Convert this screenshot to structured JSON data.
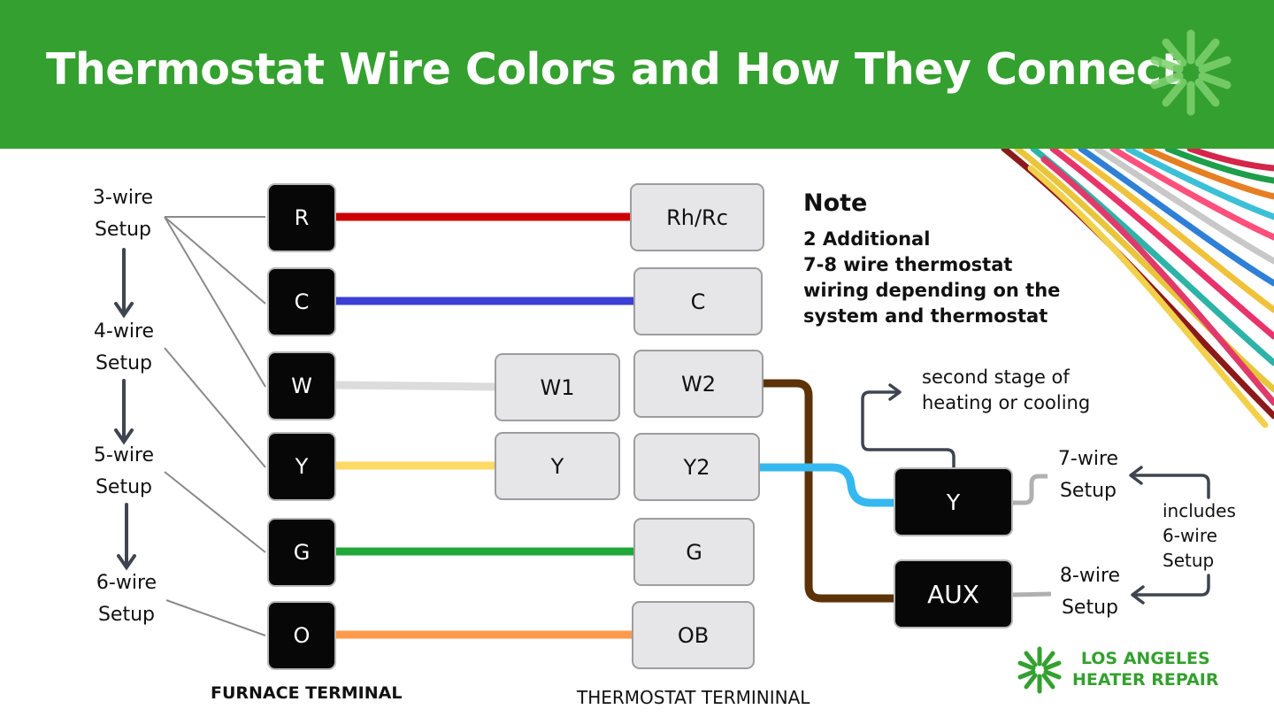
{
  "header": {
    "title": "Thermostat Wire Colors and How They Connect",
    "background": "#34a02f"
  },
  "setups": {
    "three": [
      "3-wire",
      "Setup"
    ],
    "four": [
      "4-wire",
      "Setup"
    ],
    "five": [
      "5-wire",
      "Setup"
    ],
    "six": [
      "6-wire",
      "Setup"
    ],
    "seven": [
      "7-wire",
      "Setup"
    ],
    "eight": [
      "8-wire",
      "Setup"
    ]
  },
  "furnace_terminals": [
    "R",
    "C",
    "W",
    "Y",
    "G",
    "O"
  ],
  "thermostat_terminals": {
    "rh_rc": "Rh/Rc",
    "c": "C",
    "w1": "W1",
    "w2": "W2",
    "y": "Y",
    "y2": "Y2",
    "g": "G",
    "ob": "OB"
  },
  "extra_terminals": {
    "y": "Y",
    "aux": "AUX"
  },
  "wires": [
    {
      "from": "R",
      "to": "Rh/Rc",
      "color": "#cc0000"
    },
    {
      "from": "C",
      "to": "C",
      "color": "#3b3fd4"
    },
    {
      "from": "W",
      "to": "W1",
      "color": "#dcdcdc"
    },
    {
      "from": "Y",
      "to": "Y",
      "color": "#ffd966"
    },
    {
      "from": "G",
      "to": "G",
      "color": "#22a83a"
    },
    {
      "from": "O",
      "to": "OB",
      "color": "#ff9a4d"
    },
    {
      "from": "W2",
      "to": "AUX",
      "color": "#5c3208"
    },
    {
      "from": "Y2",
      "to": "Y",
      "color": "#35b8f0"
    }
  ],
  "note": {
    "title": "Note",
    "lines": [
      "2 Additional",
      "7-8 wire thermostat",
      "wiring depending on the",
      "system and thermostat"
    ]
  },
  "second_stage": [
    "second stage of",
    "heating or cooling"
  ],
  "includes": [
    "includes",
    "6-wire",
    "Setup"
  ],
  "captions": {
    "furnace": "FURNACE TERMINAL",
    "thermostat": "THERMOSTAT TERMININAL"
  },
  "brand": {
    "line1": "LOS ANGELES",
    "line2": "HEATER REPAIR",
    "color": "#34a02f"
  },
  "icons": [
    "sunburst-logo-icon",
    "colored-wire-bundle-image",
    "arrow-down-icon",
    "arrow-left-icon",
    "arrow-up-right-icon"
  ]
}
